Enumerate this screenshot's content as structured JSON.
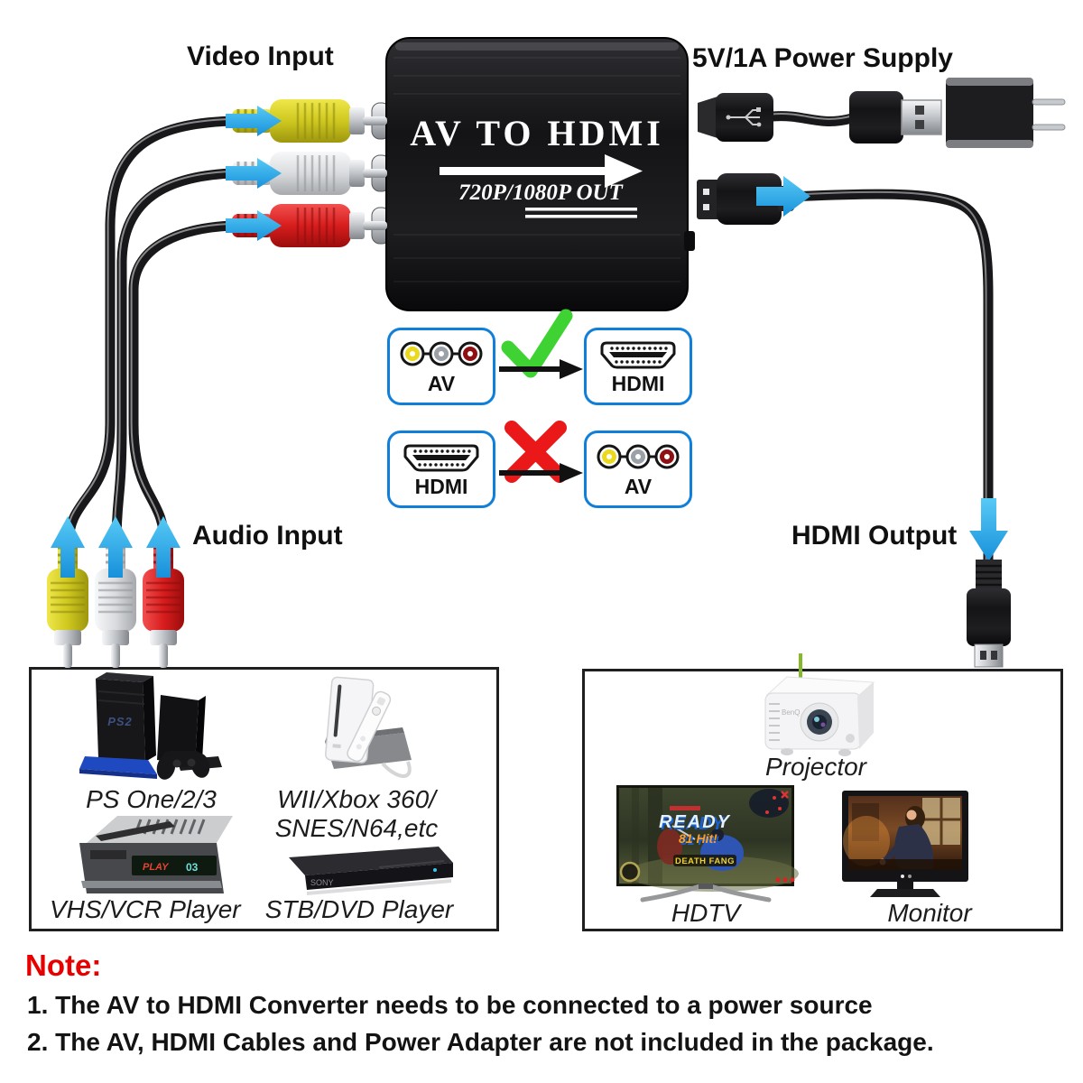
{
  "colors": {
    "arrow_blue": "#29a9e9",
    "comparison_border_blue": "#0f7fd9",
    "check_green": "#3ed232",
    "cross_red": "#ea1818",
    "note_red": "#e60000",
    "rca_yellow": "#d5ce28",
    "rca_white": "#dcdee1",
    "rca_red": "#dd2121",
    "device_black": "#1b1b1d"
  },
  "top": {
    "video_input_label": "Video Input",
    "power_supply_label": "5V/1A Power Supply"
  },
  "converter": {
    "title": "AV TO HDMI",
    "subtitle": "720P/1080P OUT"
  },
  "middle": {
    "audio_input_label": "Audio Input",
    "hdmi_output_label": "HDMI Output"
  },
  "comparison": {
    "rows": [
      {
        "from": "AV",
        "icon": "check",
        "to": "HDMI"
      },
      {
        "from": "HDMI",
        "icon": "cross",
        "to": "AV"
      }
    ]
  },
  "source_panel": {
    "devices": [
      {
        "id": "playstation",
        "label": "PS One/2/3",
        "logo": "PS2"
      },
      {
        "id": "wii",
        "label": "WII/Xbox 360/",
        "label2": "SNES/N64,etc"
      },
      {
        "id": "vcr",
        "label": "VHS/VCR Player",
        "display_play": "PLAY",
        "display_counter": "03"
      },
      {
        "id": "dvd",
        "label": "STB/DVD Player",
        "brand": "SONY"
      }
    ]
  },
  "output_panel": {
    "devices": [
      {
        "id": "projector",
        "label": "Projector",
        "brand": "BenQ"
      },
      {
        "id": "hdtv",
        "label": "HDTV",
        "screen_ready": "READY",
        "screen_hits": "81 Hit!",
        "screen_badge": "DEATH FANG"
      },
      {
        "id": "monitor",
        "label": "Monitor"
      }
    ]
  },
  "note": {
    "heading": "Note:",
    "lines": [
      "1. The AV to HDMI Converter needs to be connected to a power source",
      "2. The AV, HDMI Cables and Power Adapter are not included in the package."
    ]
  }
}
